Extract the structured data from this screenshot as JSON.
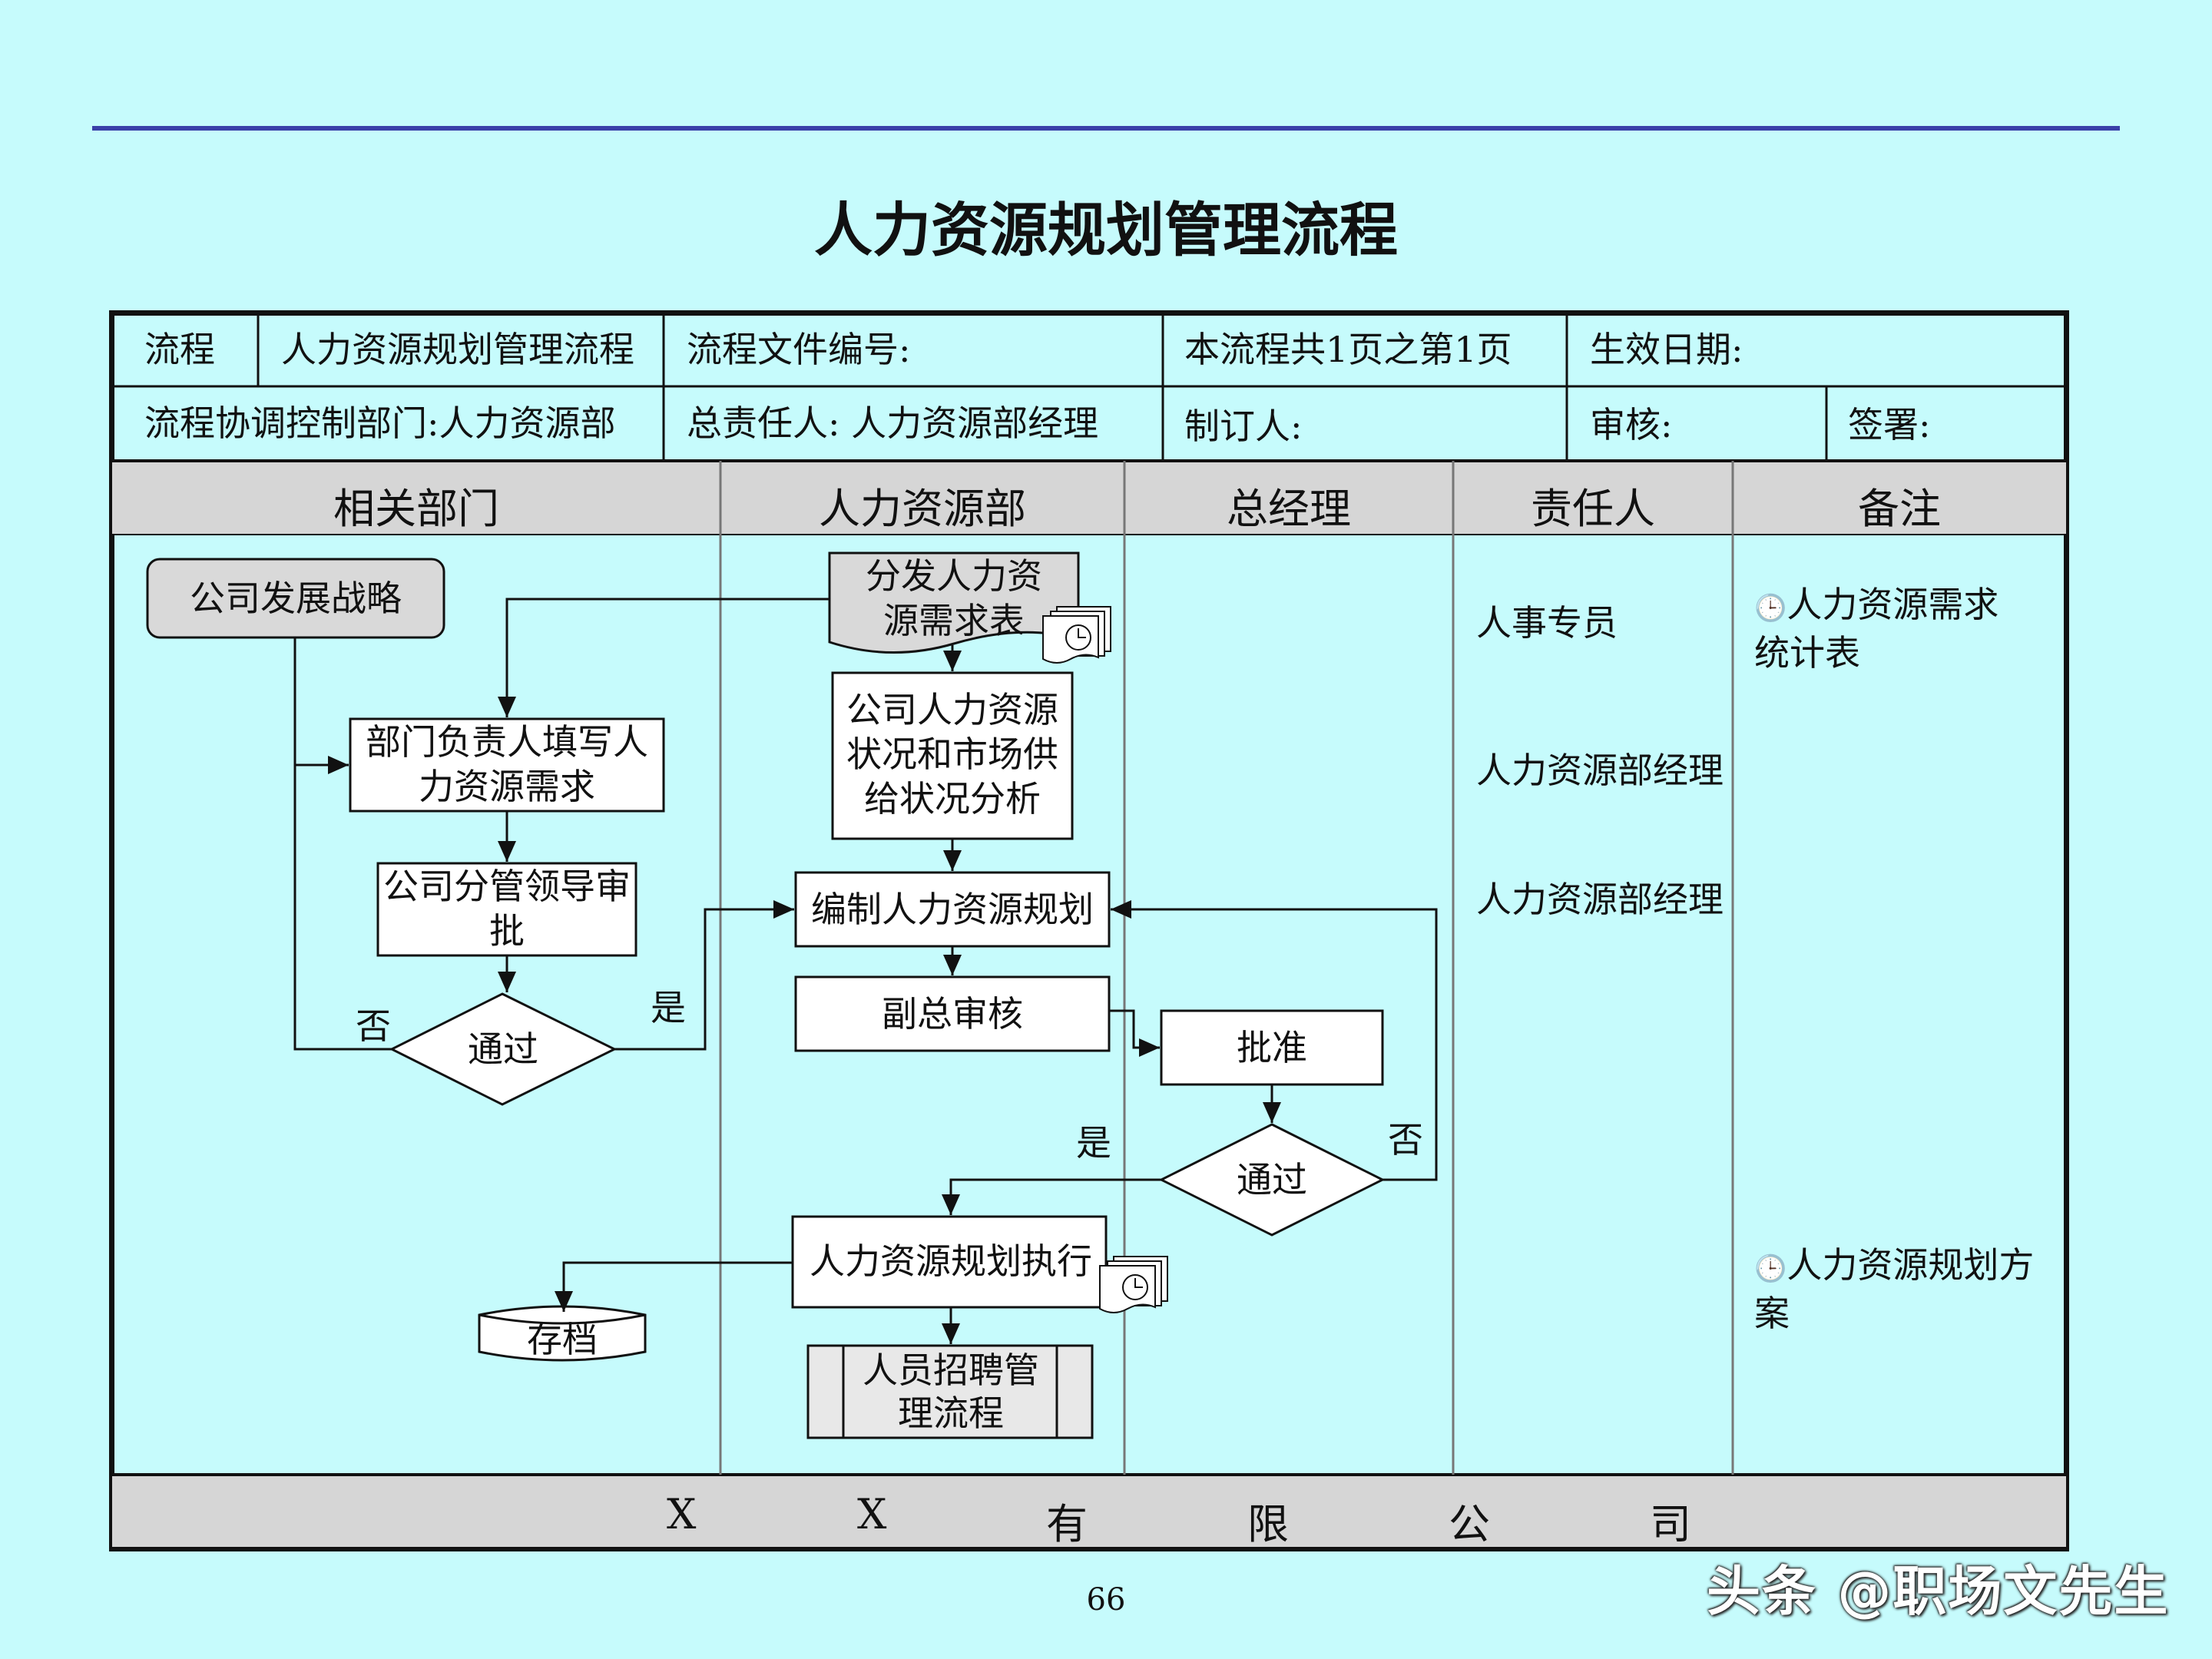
{
  "page": {
    "title": "人力资源规划管理流程",
    "page_number": "66"
  },
  "header": {
    "r1": [
      "流程",
      "人力资源规划管理流程",
      "流程文件编号:",
      "本流程共1页之第1页",
      "生效日期:"
    ],
    "r2": [
      "流程协调控制部门:人力资源部",
      "总责任人:  人力资源部经理",
      "制订人:",
      "审核:",
      "签署:"
    ]
  },
  "columns": [
    "相关部门",
    "人力资源部",
    "总经理",
    "责任人",
    "备注"
  ],
  "nodes": {
    "strategy": "公司发展战略",
    "distribute_l1": "分发人力资",
    "distribute_l2": "源需求表",
    "dept_fill_l1": "部门负责人填写人",
    "dept_fill_l2": "力资源需求",
    "analysis_l1": "公司人力资源",
    "analysis_l2": "状况和市场供",
    "analysis_l3": "给状况分析",
    "leader_l1": "公司分管领导审",
    "leader_l2": "批",
    "plan": "编制人力资源规划",
    "pass1": "通过",
    "vp_review": "副总审核",
    "approve": "批准",
    "pass2": "通过",
    "execute": "人力资源规划执行",
    "archive": "存档",
    "recruit_l1": "人员招聘管",
    "recruit_l2": "理流程",
    "yes": "是",
    "no": "否"
  },
  "responsible": [
    "人事专员",
    "人力资源部经理",
    "人力资源部经理"
  ],
  "notes": [
    {
      "icon": "clock-icon",
      "line1": "人力资源需求",
      "line2": "统计表"
    },
    {
      "icon": "clock-icon",
      "line1": "人力资源规划方",
      "line2": "案"
    }
  ],
  "footer": [
    "X",
    "X",
    "有",
    "限",
    "公",
    "司"
  ],
  "watermark": "头条 @职场文先生"
}
